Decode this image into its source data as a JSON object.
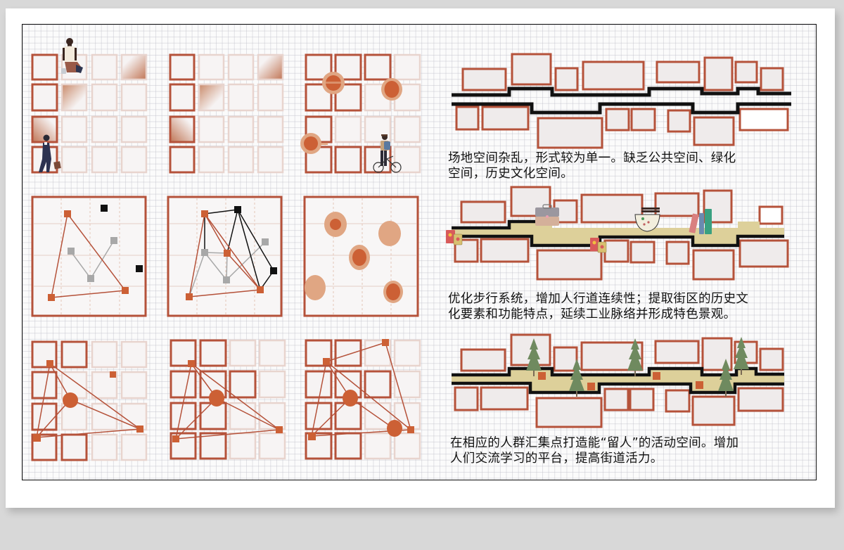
{
  "colors": {
    "brick": "#b5523a",
    "brick_light": "#e8cfc8",
    "cell_fill": "#f6f3f3",
    "node_orange": "#cc6035",
    "node_halo": "#e0a683",
    "node_gray": "#a8a8a8",
    "node_black": "#111111",
    "road_fill": "#ddd09a",
    "tree_green": "#6f8a5f",
    "background": "#d8d8d8"
  },
  "diagrams": {
    "left_grid": [
      {
        "id": "panel-1",
        "label": "cell-grid-with-people"
      },
      {
        "id": "panel-2",
        "label": "cell-grid-gradients"
      },
      {
        "id": "panel-3",
        "label": "cell-grid-gathering-points"
      },
      {
        "id": "panel-4",
        "label": "network-triangle"
      },
      {
        "id": "panel-5",
        "label": "network-expanded"
      },
      {
        "id": "panel-6",
        "label": "activity-hotspots"
      },
      {
        "id": "panel-7",
        "label": "node-network-grid-a"
      },
      {
        "id": "panel-8",
        "label": "node-network-grid-b"
      },
      {
        "id": "panel-9",
        "label": "node-network-grid-c"
      }
    ],
    "street": [
      {
        "id": "street-1",
        "label": "street-current-state"
      },
      {
        "id": "street-2",
        "label": "street-pedestrian-optimized"
      },
      {
        "id": "street-3",
        "label": "street-activity-spaces"
      }
    ],
    "icons": [
      "person-sitting-icon",
      "person-walking-icon",
      "cyclist-icon",
      "briefcase-icon",
      "shopping-bag-icon",
      "noodle-bowl-icon",
      "books-icon",
      "tree-icon"
    ]
  },
  "captions": {
    "street_1": {
      "line1": "场地空间杂乱，形式较为单一。缺乏公共空间、绿化",
      "line2": "空间，历史文化空间。"
    },
    "street_2": {
      "line1": "优化步行系统，增加人行道连续性；提取街区的历史文",
      "line2": "化要素和功能特点，延续工业脉络并形成特色景观。"
    },
    "street_3": {
      "line1": "在相应的人群汇集点打造能“留人”的活动空间。增加",
      "line2": "人们交流学习的平台，提高街道活力。"
    }
  }
}
